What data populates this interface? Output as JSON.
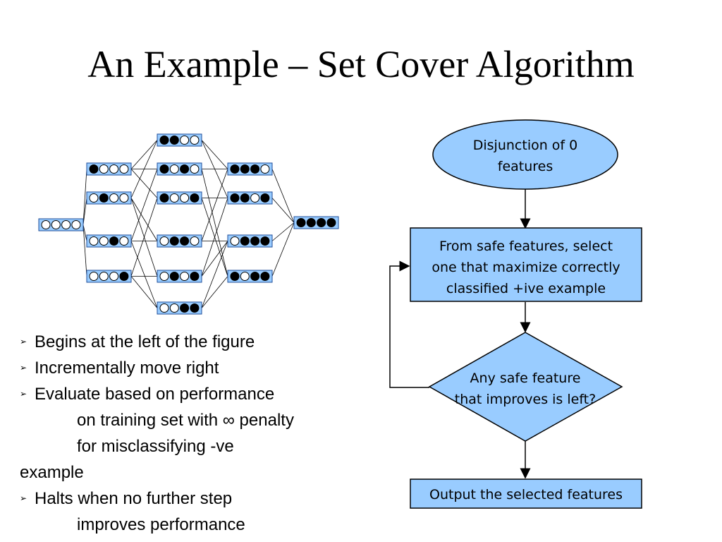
{
  "title": "An Example – Set Cover Algorithm",
  "lattice": {
    "nodes": [
      {
        "id": "n0",
        "bits": "0000"
      },
      {
        "id": "n1",
        "bits": "1000"
      },
      {
        "id": "n2",
        "bits": "0100"
      },
      {
        "id": "n3",
        "bits": "0010"
      },
      {
        "id": "n4",
        "bits": "0001"
      },
      {
        "id": "n5",
        "bits": "1100"
      },
      {
        "id": "n6",
        "bits": "1010"
      },
      {
        "id": "n7",
        "bits": "1001"
      },
      {
        "id": "n8",
        "bits": "0110"
      },
      {
        "id": "n9",
        "bits": "0101"
      },
      {
        "id": "n10",
        "bits": "0011"
      },
      {
        "id": "n11",
        "bits": "1110"
      },
      {
        "id": "n12",
        "bits": "1101"
      },
      {
        "id": "n13",
        "bits": "1011"
      },
      {
        "id": "n14",
        "bits": "0111"
      },
      {
        "id": "n15",
        "bits": "1111"
      }
    ]
  },
  "flowchart": {
    "start": [
      "Disjunction of 0",
      "features"
    ],
    "process": [
      "From safe features, select",
      "one that maximize correctly",
      "classified +ive example"
    ],
    "decision": [
      "Any safe feature",
      "that improves is left?"
    ],
    "output": [
      "Output the selected features"
    ]
  },
  "bullets": {
    "b1": "Begins at the left of the figure",
    "b2": "Incrementally move right",
    "b3": "Evaluate based on performance",
    "b3c1": "on training set with ∞ penalty",
    "b3c2": "for misclassifying -ve",
    "b3c3": "example",
    "b4": "Halts when no further step",
    "b4c1": "improves performance",
    "marker": "➢"
  },
  "colors": {
    "node_fill": "#99ccff",
    "node_stroke": "#000000",
    "lattice_box_border": "#1f4e9a"
  }
}
